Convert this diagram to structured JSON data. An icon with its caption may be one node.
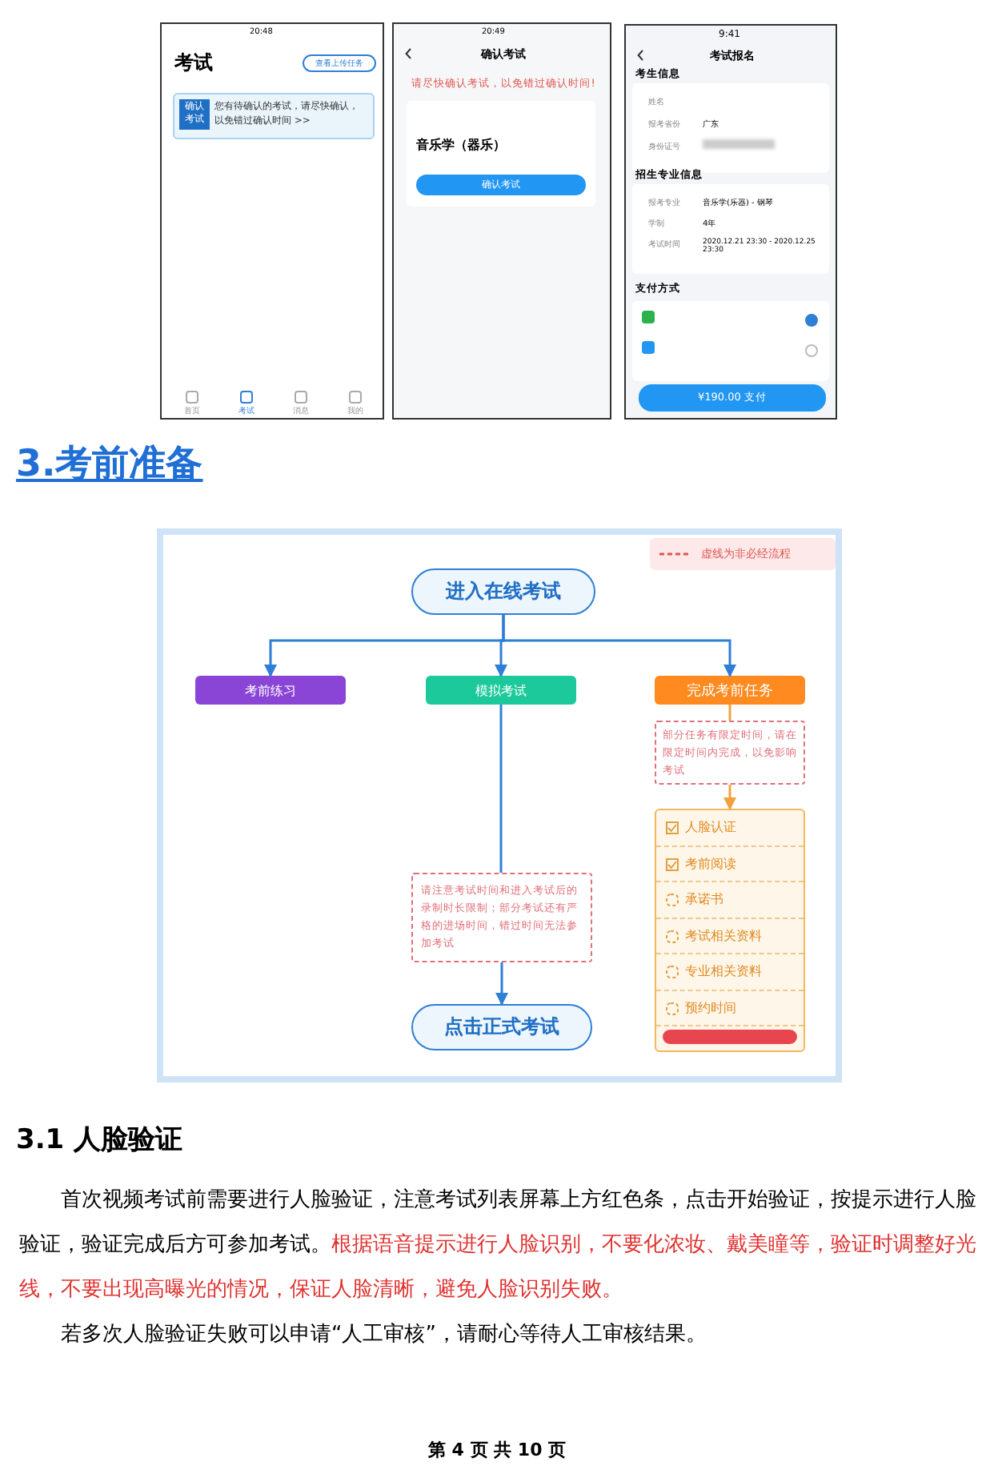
{
  "diagram": {
    "nodes": [
      {
        "text": [
          "进入在线考试"
        ]
      },
      {
        "text": [
          "考前练习"
        ]
      },
      {
        "text": [
          "模拟考试"
        ]
      },
      {
        "text": [
          "完成考前任务"
        ]
      },
      {
        "text": [
          "部分任务有限定时间，请在限定时间内完成，以免影响考试"
        ]
      },
      {
        "text": [],
        "shape": "box"
      },
      {
        "text": [
          "人脸认证"
        ],
        "in": 5
      },
      {
        "text": [
          "考前阅读"
        ],
        "in": 5
      },
      {
        "text": [
          "承诺书"
        ],
        "in": 5
      },
      {
        "text": [
          "考试相关资料"
        ],
        "in": 5
      },
      {
        "text": [
          "专业相关资料"
        ],
        "in": 5
      },
      {
        "text": [
          "预约时间"
        ],
        "in": 5
      },
      {
        "text": [],
        "shape": "bar",
        "in": 5
      },
      {
        "text": [
          "请注意考试时间和进入考试后的录制时长限制；部分考试还有严格的进场时间，错过时间无法参加考试"
        ]
      },
      {
        "text": [
          "点击正式考试"
        ]
      }
    ],
    "edges": [
      {
        "from": 0,
        "to": 1,
        "arrow": "to"
      },
      {
        "from": 0,
        "to": 2,
        "arrow": "to"
      },
      {
        "from": 0,
        "to": 3,
        "arrow": "to"
      },
      {
        "from": 2,
        "to": 13,
        "arrow": "none"
      },
      {
        "from": 13,
        "to": 14,
        "arrow": "to"
      },
      {
        "from": 3,
        "to": 4,
        "arrow": "none",
        "color": "#f0a23c"
      },
      {
        "from": 4,
        "to": 5,
        "arrow": "to",
        "color": "#f0a23c"
      }
    ],
    "labels": [
      "20:48",
      "考试",
      "查看上传任务",
      "确认考试",
      "您有待确认的考试，请尽快确认，以免错过确认时间 >>",
      "首页",
      "考试",
      "消息",
      "我的",
      "20:49",
      "确认考试",
      "请尽快确认考试，以免错过确认时间!",
      "音乐学（器乐）",
      "确认考试",
      "9:41",
      "考试报名",
      "考生信息",
      "姓名",
      "报考省份",
      "广东",
      "身份证号",
      "招生专业信息",
      "报考专业",
      "音乐学(乐器) - 钢琴",
      "学制",
      "4年",
      "考试时间",
      "2020.12.21 23:30 - 2020.12.25 23:30",
      "支付方式",
      "¥190.00 支付",
      "3.考前准备",
      "3.1 人脸验证",
      "首次视频考试前需要进行人脸验证，注意考试列表屏幕上方红色条，点击开始验证，按提示进行人脸验证，验证完成后方可参加考试。",
      "根据语音提示进行人脸识别，不要化浓妆、戴美瞳等，验证时调整好光线，不要出现高曝光的情况，保证人脸清晰，避免人脸识别失败。",
      "若多次人脸验证失败可以申请“人工审核”，请耐心等待人工审核结果。",
      "第 4 页 共 10 页"
    ],
    "legend": [
      {
        "text": "虚线为非必经流程"
      }
    ]
  }
}
